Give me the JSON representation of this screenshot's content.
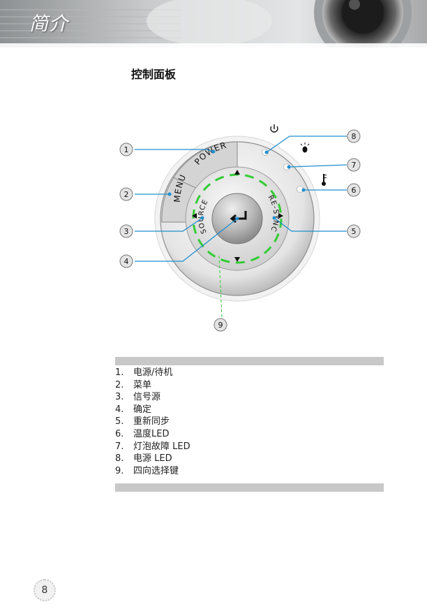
{
  "header": {
    "title": "简介"
  },
  "section": {
    "title": "控制面板"
  },
  "diagram": {
    "button_labels": {
      "power": "POWER",
      "menu": "MENU",
      "source": "SOURCE",
      "resync": "RE-SYNC"
    },
    "callouts": [
      "1",
      "2",
      "3",
      "4",
      "5",
      "6",
      "7",
      "8",
      "9"
    ]
  },
  "legend": [
    {
      "num": "1.",
      "text": "电源/待机"
    },
    {
      "num": "2.",
      "text": "菜单"
    },
    {
      "num": "3.",
      "text": "信号源"
    },
    {
      "num": "4.",
      "text": "确定"
    },
    {
      "num": "5.",
      "text": "重新同步"
    },
    {
      "num": "6.",
      "text": "温度LED"
    },
    {
      "num": "7.",
      "text": "灯泡故障 LED"
    },
    {
      "num": "8.",
      "text": "电源 LED"
    },
    {
      "num": "9.",
      "text": "四向选择键"
    }
  ],
  "footer": {
    "page_number": "8"
  },
  "colors": {
    "callout_line": "#1e8fd0",
    "dpad_ring": "#33cc33",
    "bar": "#c8c8c8"
  }
}
